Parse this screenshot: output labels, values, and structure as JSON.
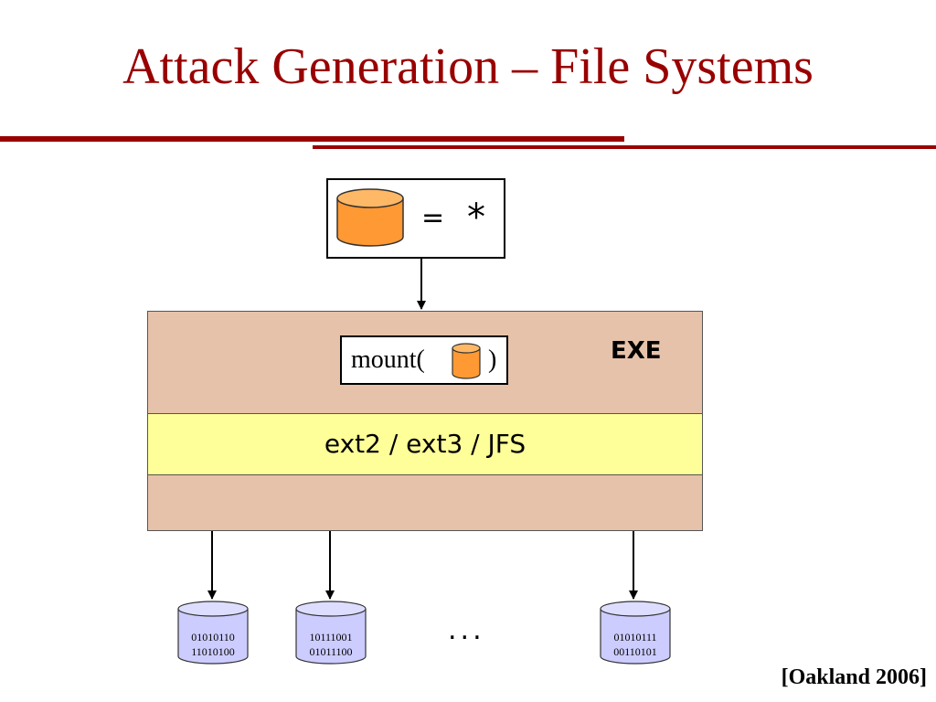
{
  "title": "Attack Generation – File Systems",
  "input": {
    "equals": "=",
    "star": "*",
    "icon": "disk-image-cylinder-icon"
  },
  "exe": {
    "label": "EXE",
    "mount_open": "mount(",
    "mount_close": ")",
    "filesystems": "ext2 / ext3 / JFS"
  },
  "disks": [
    {
      "line1": "01010110",
      "line2": "11010100"
    },
    {
      "line1": "10111001",
      "line2": "01011100"
    },
    {
      "line1": "01010111",
      "line2": "00110101"
    }
  ],
  "ellipsis": "...",
  "citation": "[Oakland 2006]",
  "colors": {
    "title": "#990000",
    "rules": "#990000",
    "exe_fill": "#e7c2aa",
    "fs_band": "#ffff99",
    "input_cylinder": "#ff9933",
    "output_cylinder": "#ccccff"
  }
}
